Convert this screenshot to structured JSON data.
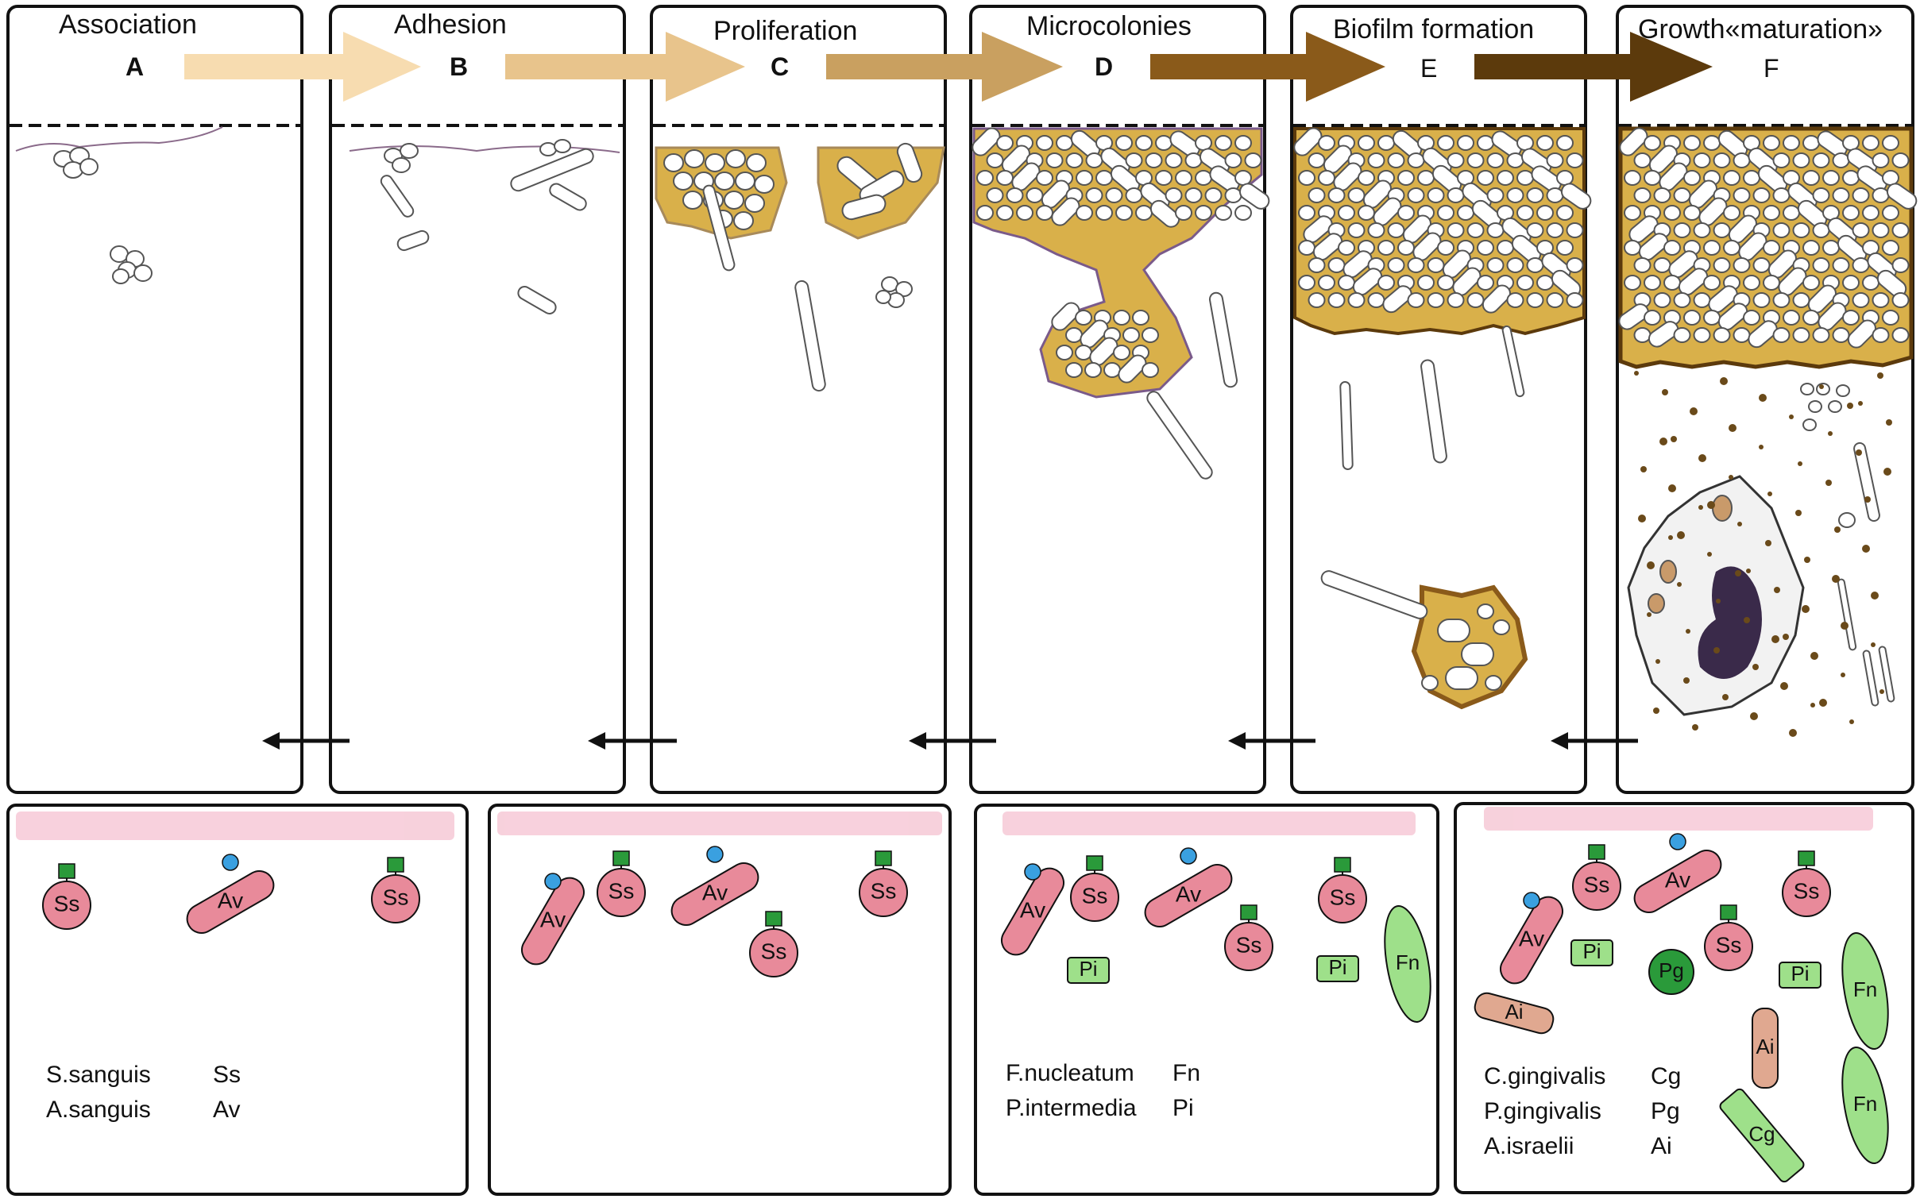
{
  "stages": [
    {
      "title": "Association",
      "letter": "A"
    },
    {
      "title": "Adhesion",
      "letter": "B"
    },
    {
      "title": "Proliferation",
      "letter": "C"
    },
    {
      "title": "Microcolonies",
      "letter": "D"
    },
    {
      "title": "Biofilm formation",
      "letter": "E"
    },
    {
      "title": "Growth«maturation»",
      "letter": "F"
    }
  ],
  "arrow_colors": [
    "#f7dcb0",
    "#e8c48c",
    "#c9a060",
    "#8a5a1a",
    "#5c3a0c"
  ],
  "matrix_color": "#d9b04a",
  "bacteria_labels": {
    "ss": "Ss",
    "av": "Av",
    "pi": "Pi",
    "fn": "Fn",
    "pg": "Pg",
    "ai": "Ai",
    "cg": "Cg"
  },
  "legends": [
    {
      "rows": [
        {
          "species": "S.sanguis",
          "abbr": "Ss"
        },
        {
          "species": "A.sanguis",
          "abbr": "Av"
        }
      ]
    },
    {
      "rows": []
    },
    {
      "rows": [
        {
          "species": "F.nucleatum",
          "abbr": "Fn"
        },
        {
          "species": "P.intermedia",
          "abbr": "Pi"
        }
      ]
    },
    {
      "rows": [
        {
          "species": "C.gingivalis",
          "abbr": "Cg"
        },
        {
          "species": "P.gingivalis",
          "abbr": "Pg"
        },
        {
          "species": "A.israelii",
          "abbr": "Ai"
        }
      ]
    }
  ]
}
